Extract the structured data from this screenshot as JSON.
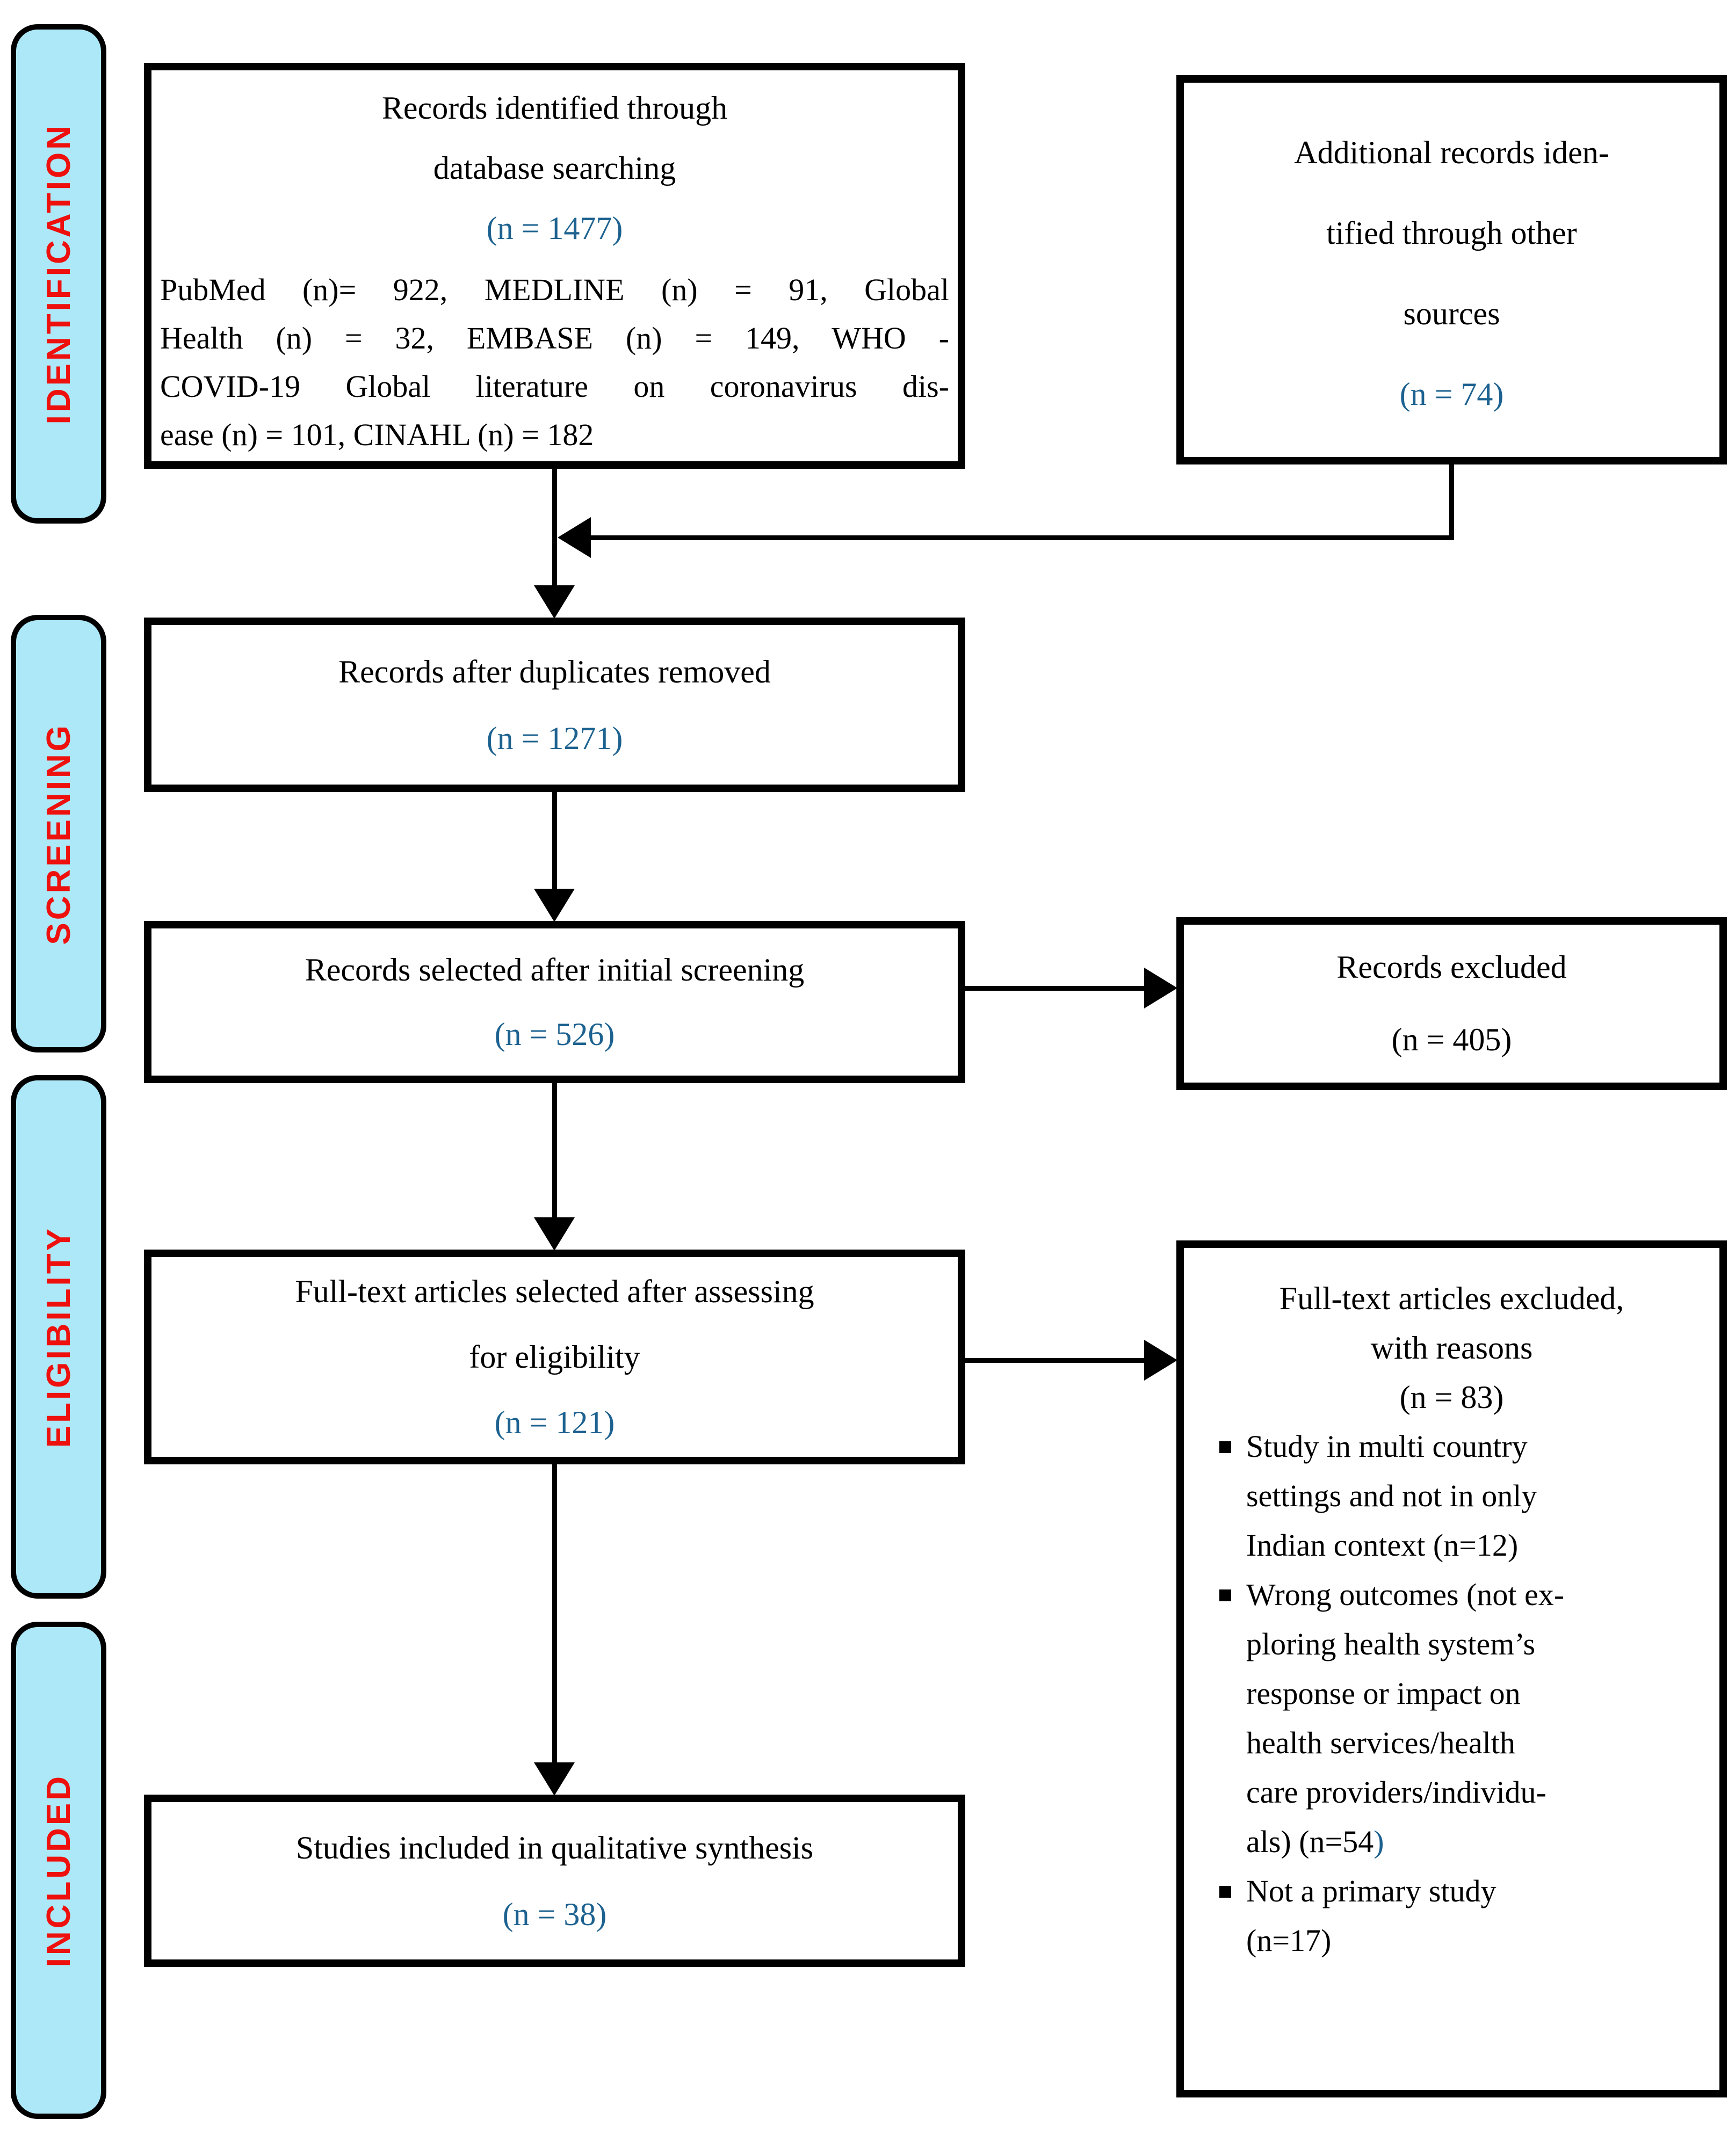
{
  "colors": {
    "stage_fill": "#ade8f8",
    "stage_label_red": "#ee100d",
    "count_blue": "#1d6290"
  },
  "sidebar": {
    "stages": [
      {
        "label": "IDENTIFICATION"
      },
      {
        "label": "SCREENING"
      },
      {
        "label": "ELIGIBILITY"
      },
      {
        "label": "INCLUDED"
      }
    ]
  },
  "boxes": {
    "identified": {
      "title_lines": [
        "Records identified through",
        "database searching"
      ],
      "count": "(n = 1477)",
      "body_lines": [
        "PubMed (n)= 922, MEDLINE (n) = 91, Global",
        "Health (n) = 32, EMBASE (n) = 149, WHO -",
        "COVID-19 Global literature on coronavirus dis-",
        "ease (n) = 101, CINAHL (n) = 182"
      ]
    },
    "additional": {
      "title_lines": [
        "Additional records iden-",
        "tified through other",
        "sources"
      ],
      "count": "(n = 74)"
    },
    "duplicates": {
      "title_lines": [
        "Records after duplicates removed"
      ],
      "count": "(n = 1271)"
    },
    "screened": {
      "title_lines": [
        "Records selected after initial screening"
      ],
      "count": "(n = 526)"
    },
    "excluded": {
      "title_lines": [
        "Records excluded"
      ],
      "count": "(n = 405)"
    },
    "fulltext": {
      "title_lines": [
        "Full-text articles selected after assessing",
        "for eligibility"
      ],
      "count": "(n = 121)"
    },
    "fulltext_excluded": {
      "title_lines": [
        "Full-text articles excluded,",
        "with reasons"
      ],
      "count": "(n = 83)",
      "blue_paren": ")",
      "bullets": [
        {
          "lines": [
            "Study in multi country",
            "settings and not in only",
            "Indian context (n=12)"
          ]
        },
        {
          "lines": [
            "Wrong outcomes (not ex-",
            "ploring health system’s",
            "response or impact on",
            "health services/health",
            "care providers/individu-",
            "als) (n=54"
          ]
        },
        {
          "lines": [
            "Not a primary study",
            "(n=17)"
          ]
        }
      ]
    },
    "included": {
      "title_lines": [
        "Studies included in qualitative synthesis"
      ],
      "count": "(n = 38)"
    }
  }
}
